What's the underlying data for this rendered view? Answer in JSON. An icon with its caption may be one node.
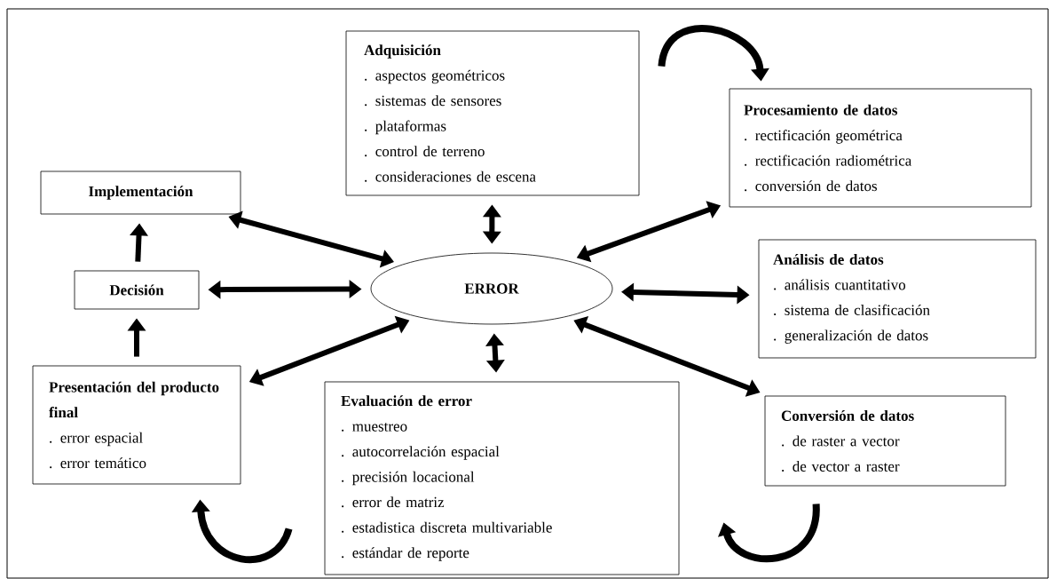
{
  "diagram": {
    "nodes": [
      {
        "text": [
          "Adquisición",
          ". aspectos geométricos",
          ". sistemas de sensores",
          ". plataformas",
          ". control de terreno",
          ". consideraciones de escena"
        ]
      },
      {
        "text": [
          "Procesamiento de datos",
          ". rectificación geométrica",
          ". rectificación radiométrica",
          ". conversión de datos"
        ]
      },
      {
        "text": [
          "Implementación"
        ]
      },
      {
        "text": [
          "Decisión"
        ]
      },
      {
        "text": [
          "ERROR"
        ]
      },
      {
        "text": [
          "Análisis de datos",
          ". análisis cuantitativo",
          ". sistema de clasificación",
          ". generalización de datos"
        ]
      },
      {
        "text": [
          "Presentación del producto final",
          ". error espacial",
          ". error temático"
        ]
      },
      {
        "text": [
          "Evaluación de error",
          ". muestreo",
          ". autocorrelación espacial",
          ". precisión locacional",
          ". error de matriz",
          ". estadistica discreta multivariable",
          ". estándar de reporte"
        ]
      },
      {
        "text": [
          "Conversión de datos",
          ". de raster a vector",
          ". de vector a raster"
        ]
      }
    ],
    "edges": [
      {
        "from": 4,
        "to": 0,
        "arrow": "both"
      },
      {
        "from": 4,
        "to": 1,
        "arrow": "both"
      },
      {
        "from": 4,
        "to": 2,
        "arrow": "both"
      },
      {
        "from": 4,
        "to": 3,
        "arrow": "both"
      },
      {
        "from": 4,
        "to": 5,
        "arrow": "both"
      },
      {
        "from": 4,
        "to": 6,
        "arrow": "both"
      },
      {
        "from": 4,
        "to": 7,
        "arrow": "both"
      },
      {
        "from": 4,
        "to": 8,
        "arrow": "both"
      },
      {
        "from": 3,
        "to": 2,
        "arrow": "to"
      },
      {
        "from": 6,
        "to": 3,
        "arrow": "to"
      },
      {
        "from": 0,
        "to": 1,
        "arrow": "to"
      },
      {
        "from": 8,
        "to": 7,
        "arrow": "to"
      },
      {
        "from": 7,
        "to": 6,
        "arrow": "to"
      }
    ]
  }
}
